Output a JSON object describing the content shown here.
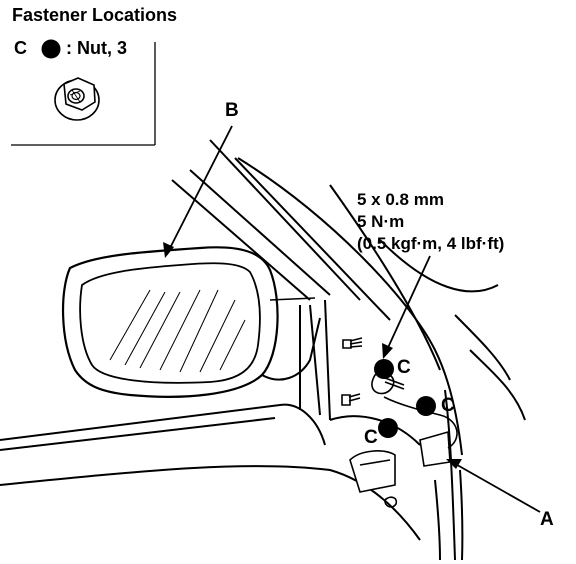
{
  "legend": {
    "title": "Fastener Locations",
    "letter": "C",
    "text": ": Nut, 3"
  },
  "labels": {
    "b": "B",
    "a": "A",
    "c": "C"
  },
  "spec": {
    "size": "5 x 0.8 mm",
    "torque_nm": "5 N·m",
    "torque_alt": "(0.5 kgf·m, 4 lbf·ft)"
  }
}
